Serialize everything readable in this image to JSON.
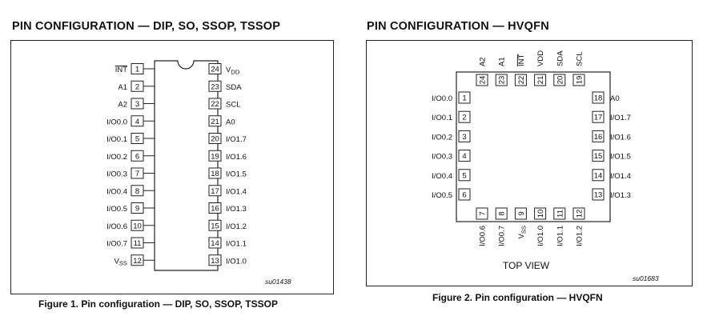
{
  "dip": {
    "title": "PIN CONFIGURATION — DIP, SO, SSOP, TSSOP",
    "code": "su01438",
    "caption": "Figure 1.  Pin configuration — DIP, SO, SSOP, TSSOP",
    "left_pins": [
      {
        "num": "1",
        "name": "INT",
        "overline": true
      },
      {
        "num": "2",
        "name": "A1"
      },
      {
        "num": "3",
        "name": "A2"
      },
      {
        "num": "4",
        "name": "I/O0.0"
      },
      {
        "num": "5",
        "name": "I/O0.1"
      },
      {
        "num": "6",
        "name": "I/O0.2"
      },
      {
        "num": "7",
        "name": "I/O0.3"
      },
      {
        "num": "8",
        "name": "I/O0.4"
      },
      {
        "num": "9",
        "name": "I/O0.5"
      },
      {
        "num": "10",
        "name": "I/O0.6"
      },
      {
        "num": "11",
        "name": "I/O0.7"
      },
      {
        "num": "12",
        "name": "V",
        "sub": "SS"
      }
    ],
    "right_pins": [
      {
        "num": "24",
        "name": "V",
        "sub": "DD"
      },
      {
        "num": "23",
        "name": "SDA"
      },
      {
        "num": "22",
        "name": "SCL"
      },
      {
        "num": "21",
        "name": "A0"
      },
      {
        "num": "20",
        "name": "I/O1.7"
      },
      {
        "num": "19",
        "name": "I/O1.6"
      },
      {
        "num": "18",
        "name": "I/O1.5"
      },
      {
        "num": "17",
        "name": "I/O1.4"
      },
      {
        "num": "16",
        "name": "I/O1.3"
      },
      {
        "num": "15",
        "name": "I/O1.2"
      },
      {
        "num": "14",
        "name": "I/O1.1"
      },
      {
        "num": "13",
        "name": "I/O1.0"
      }
    ]
  },
  "hvqfn": {
    "title": "PIN CONFIGURATION — HVQFN",
    "code": "su01683",
    "view_label": "TOP VIEW",
    "caption": "Figure 2.  Pin configuration — HVQFN",
    "left_pins": [
      {
        "num": "1",
        "name": "I/O0.0"
      },
      {
        "num": "2",
        "name": "I/O0.1"
      },
      {
        "num": "3",
        "name": "I/O0.2"
      },
      {
        "num": "4",
        "name": "I/O0.3"
      },
      {
        "num": "5",
        "name": "I/O0.4"
      },
      {
        "num": "6",
        "name": "I/O0.5"
      }
    ],
    "bottom_pins": [
      {
        "num": "7",
        "name": "I/O0.6"
      },
      {
        "num": "8",
        "name": "I/O0.7"
      },
      {
        "num": "9",
        "name": "V",
        "sub": "SS"
      },
      {
        "num": "10",
        "name": "I/O1.0"
      },
      {
        "num": "11",
        "name": "I/O1.1"
      },
      {
        "num": "12",
        "name": "I/O1.2"
      }
    ],
    "right_pins": [
      {
        "num": "18",
        "name": "A0"
      },
      {
        "num": "17",
        "name": "I/O1.7"
      },
      {
        "num": "16",
        "name": "I/O1.6"
      },
      {
        "num": "15",
        "name": "I/O1.5"
      },
      {
        "num": "14",
        "name": "I/O1.4"
      },
      {
        "num": "13",
        "name": "I/O1.3"
      }
    ],
    "top_pins": [
      {
        "num": "24",
        "name": "A2"
      },
      {
        "num": "23",
        "name": "A1"
      },
      {
        "num": "22",
        "name": "INT",
        "overline": true
      },
      {
        "num": "21",
        "name": "VDD"
      },
      {
        "num": "20",
        "name": "SDA"
      },
      {
        "num": "19",
        "name": "SCL"
      }
    ]
  }
}
